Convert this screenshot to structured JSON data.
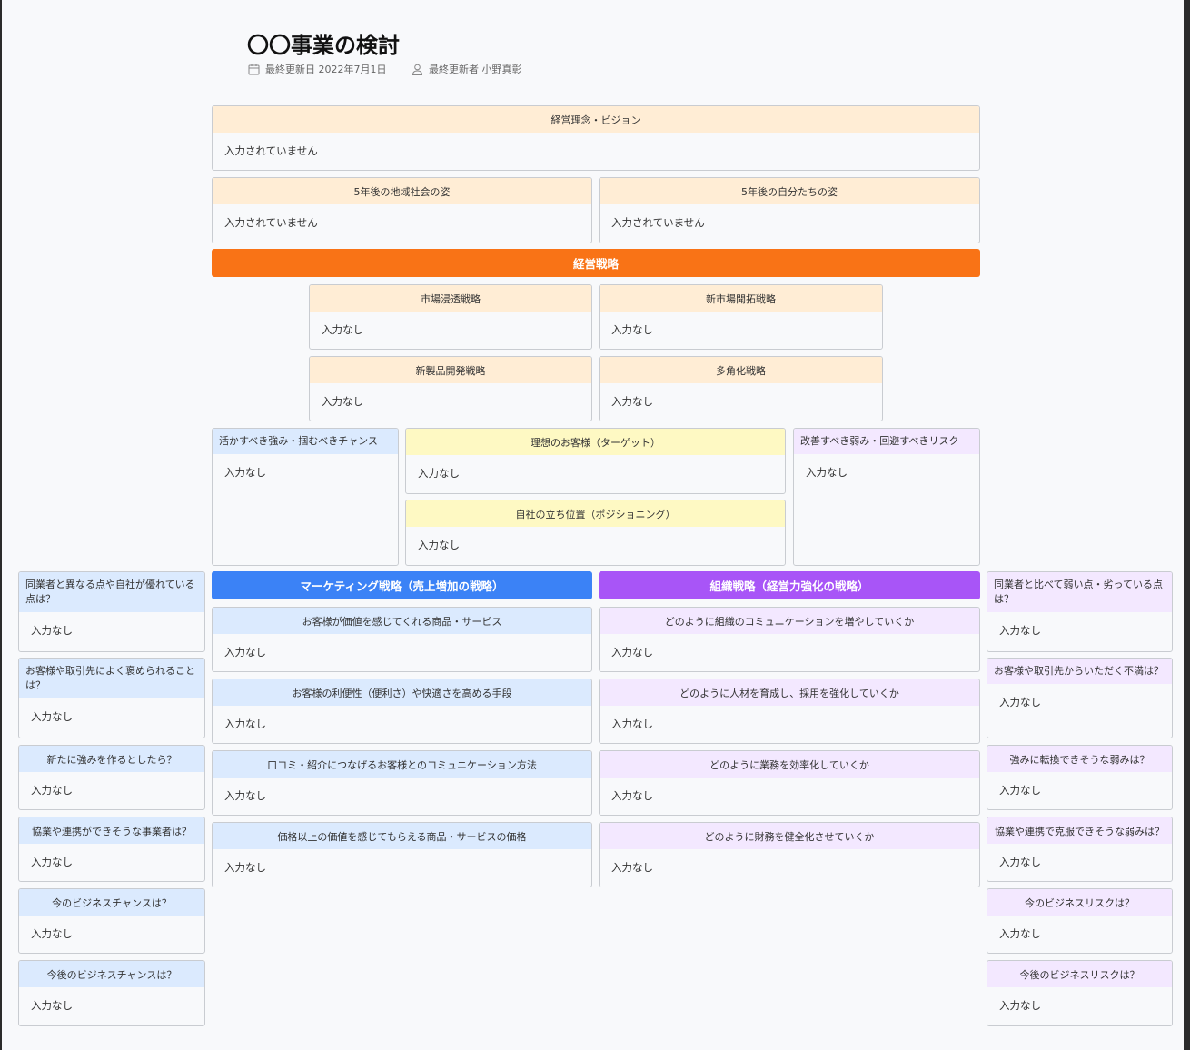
{
  "header": {
    "title": "〇〇事業の検討",
    "updated_label": "最終更新日 2022年7月1日",
    "updater_label": "最終更新者 小野真彰"
  },
  "colors": {
    "orange_header": "#ffedd5",
    "blue_header": "#dbeafe",
    "yellow_header": "#fef9c3",
    "purple_header": "#f3e8ff",
    "strategy_bar": "#f97316",
    "marketing_bar": "#3b82f6",
    "organization_bar": "#a855f7"
  },
  "bars": {
    "strategy": "経営戦略",
    "marketing": "マーケティング戦略（売上増加の戦略）",
    "organization": "組織戦略（経営力強化の戦略）"
  },
  "cards": [
    {
      "id": "vision",
      "title": "経営理念・ビジョン",
      "value": "入力されていません",
      "tone": "orange"
    },
    {
      "id": "region",
      "title": "5年後の地域社会の姿",
      "value": "入力されていません",
      "tone": "orange"
    },
    {
      "id": "self",
      "title": "5年後の自分たちの姿",
      "value": "入力されていません",
      "tone": "orange"
    },
    {
      "id": "penetration",
      "title": "市場浸透戦略",
      "value": "入力なし",
      "tone": "orange"
    },
    {
      "id": "newmarket",
      "title": "新市場開拓戦略",
      "value": "入力なし",
      "tone": "orange"
    },
    {
      "id": "newproduct",
      "title": "新製品開発戦略",
      "value": "入力なし",
      "tone": "orange"
    },
    {
      "id": "diversify",
      "title": "多角化戦略",
      "value": "入力なし",
      "tone": "orange"
    },
    {
      "id": "strengths",
      "title": "活かすべき強み・掴むべきチャンス",
      "value": "入力なし",
      "tone": "blue"
    },
    {
      "id": "target",
      "title": "理想のお客様（ターゲット）",
      "value": "入力なし",
      "tone": "yellow"
    },
    {
      "id": "position",
      "title": "自社の立ち位置（ポジショニング）",
      "value": "入力なし",
      "tone": "yellow"
    },
    {
      "id": "weakness",
      "title": "改善すべき弱み・回避すべきリスク",
      "value": "入力なし",
      "tone": "purple"
    },
    {
      "id": "m1",
      "title": "お客様が価値を感じてくれる商品・サービス",
      "value": "入力なし",
      "tone": "blue"
    },
    {
      "id": "m2",
      "title": "お客様の利便性（便利さ）や快適さを高める手段",
      "value": "入力なし",
      "tone": "blue"
    },
    {
      "id": "m3",
      "title": "口コミ・紹介につなげるお客様とのコミュニケーション方法",
      "value": "入力なし",
      "tone": "blue"
    },
    {
      "id": "m4",
      "title": "価格以上の価値を感じてもらえる商品・サービスの価格",
      "value": "入力なし",
      "tone": "blue"
    },
    {
      "id": "o1",
      "title": "どのように組織のコミュニケーションを増やしていくか",
      "value": "入力なし",
      "tone": "purple"
    },
    {
      "id": "o2",
      "title": "どのように人材を育成し、採用を強化していくか",
      "value": "入力なし",
      "tone": "purple"
    },
    {
      "id": "o3",
      "title": "どのように業務を効率化していくか",
      "value": "入力なし",
      "tone": "purple"
    },
    {
      "id": "o4",
      "title": "どのように財務を健全化させていくか",
      "value": "入力なし",
      "tone": "purple"
    },
    {
      "id": "l1",
      "title": "同業者と異なる点や自社が優れている点は？",
      "value": "入力なし",
      "tone": "blue"
    },
    {
      "id": "l2",
      "title": "お客様や取引先によく褒められることは？",
      "value": "入力なし",
      "tone": "blue"
    },
    {
      "id": "l3",
      "title": "新たに強みを作るとしたら？",
      "value": "入力なし",
      "tone": "blue"
    },
    {
      "id": "l4",
      "title": "協業や連携ができそうな事業者は？",
      "value": "入力なし",
      "tone": "blue"
    },
    {
      "id": "l5",
      "title": "今のビジネスチャンスは？",
      "value": "入力なし",
      "tone": "blue"
    },
    {
      "id": "l6",
      "title": "今後のビジネスチャンスは？",
      "value": "入力なし",
      "tone": "blue"
    },
    {
      "id": "r1",
      "title": "同業者と比べて弱い点・劣っている点は？",
      "value": "入力なし",
      "tone": "purple"
    },
    {
      "id": "r2",
      "title": "お客様や取引先からいただく不満は？",
      "value": "入力なし",
      "tone": "purple"
    },
    {
      "id": "r3",
      "title": "強みに転換できそうな弱みは？",
      "value": "入力なし",
      "tone": "purple"
    },
    {
      "id": "r4",
      "title": "協業や連携で克服できそうな弱みは？",
      "value": "入力なし",
      "tone": "purple"
    },
    {
      "id": "r5",
      "title": "今のビジネスリスクは？",
      "value": "入力なし",
      "tone": "purple"
    },
    {
      "id": "r6",
      "title": "今後のビジネスリスクは？",
      "value": "入力なし",
      "tone": "purple"
    }
  ]
}
